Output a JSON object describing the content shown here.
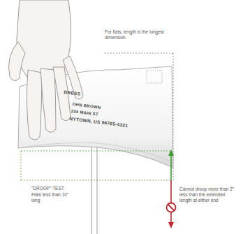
{
  "diagram": {
    "labels": [
      "For flats, length is the longest dimension",
      "DRESS",
      "OHN BROWN",
      "234 MAIN ST",
      "NYTOWN, US 98765-4321",
      "\"DROOP\" TEST",
      "Flats less than 10\" long",
      "Cannot droop more than 2\" less than the extended length at either end"
    ]
  }
}
